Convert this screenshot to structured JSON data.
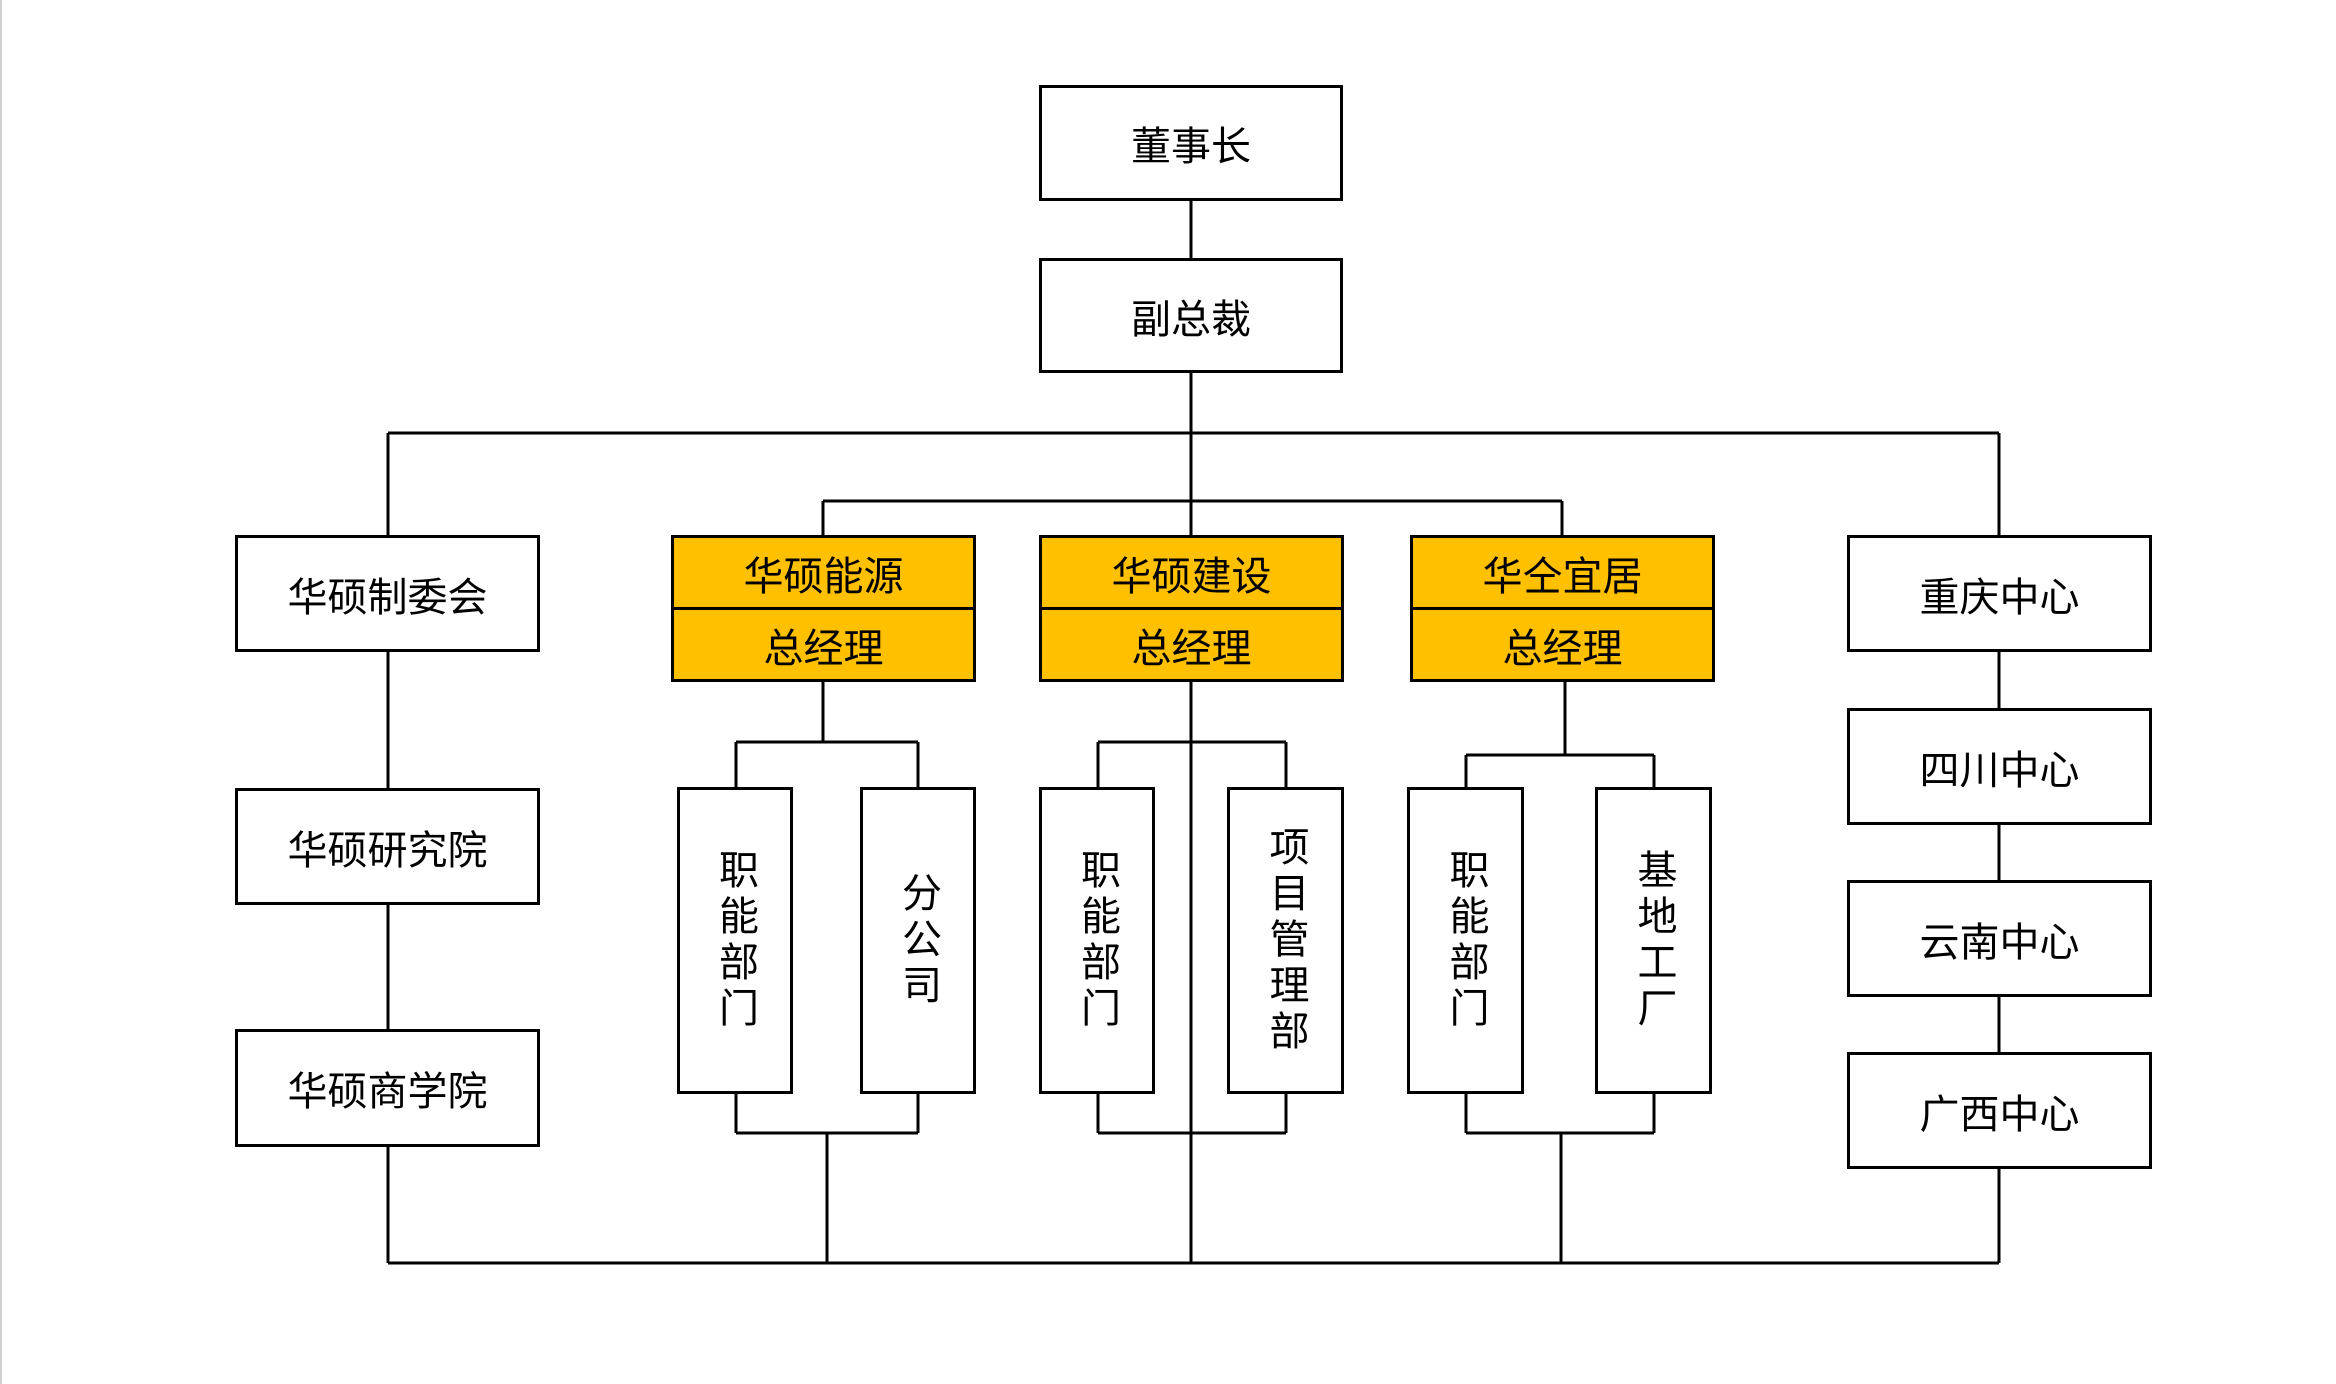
{
  "chart": {
    "top": {
      "chairman": "董事长",
      "vice_president": "副总裁"
    },
    "left_column": [
      "华硕制委会",
      "华硕研究院",
      "华硕商学院"
    ],
    "right_column": [
      "重庆中心",
      "四川中心",
      "云南中心",
      "广西中心"
    ],
    "subsidiaries": [
      {
        "name": "华硕能源",
        "role": "总经理",
        "units": [
          "职能部门",
          "分公司"
        ]
      },
      {
        "name": "华硕建设",
        "role": "总经理",
        "units": [
          "职能部门",
          "项目管理部"
        ]
      },
      {
        "name": "华仝宜居",
        "role": "总经理",
        "units": [
          "职能部门",
          "基地工厂"
        ]
      }
    ]
  },
  "colors": {
    "highlight": "#ffc000",
    "line": "#000000"
  }
}
